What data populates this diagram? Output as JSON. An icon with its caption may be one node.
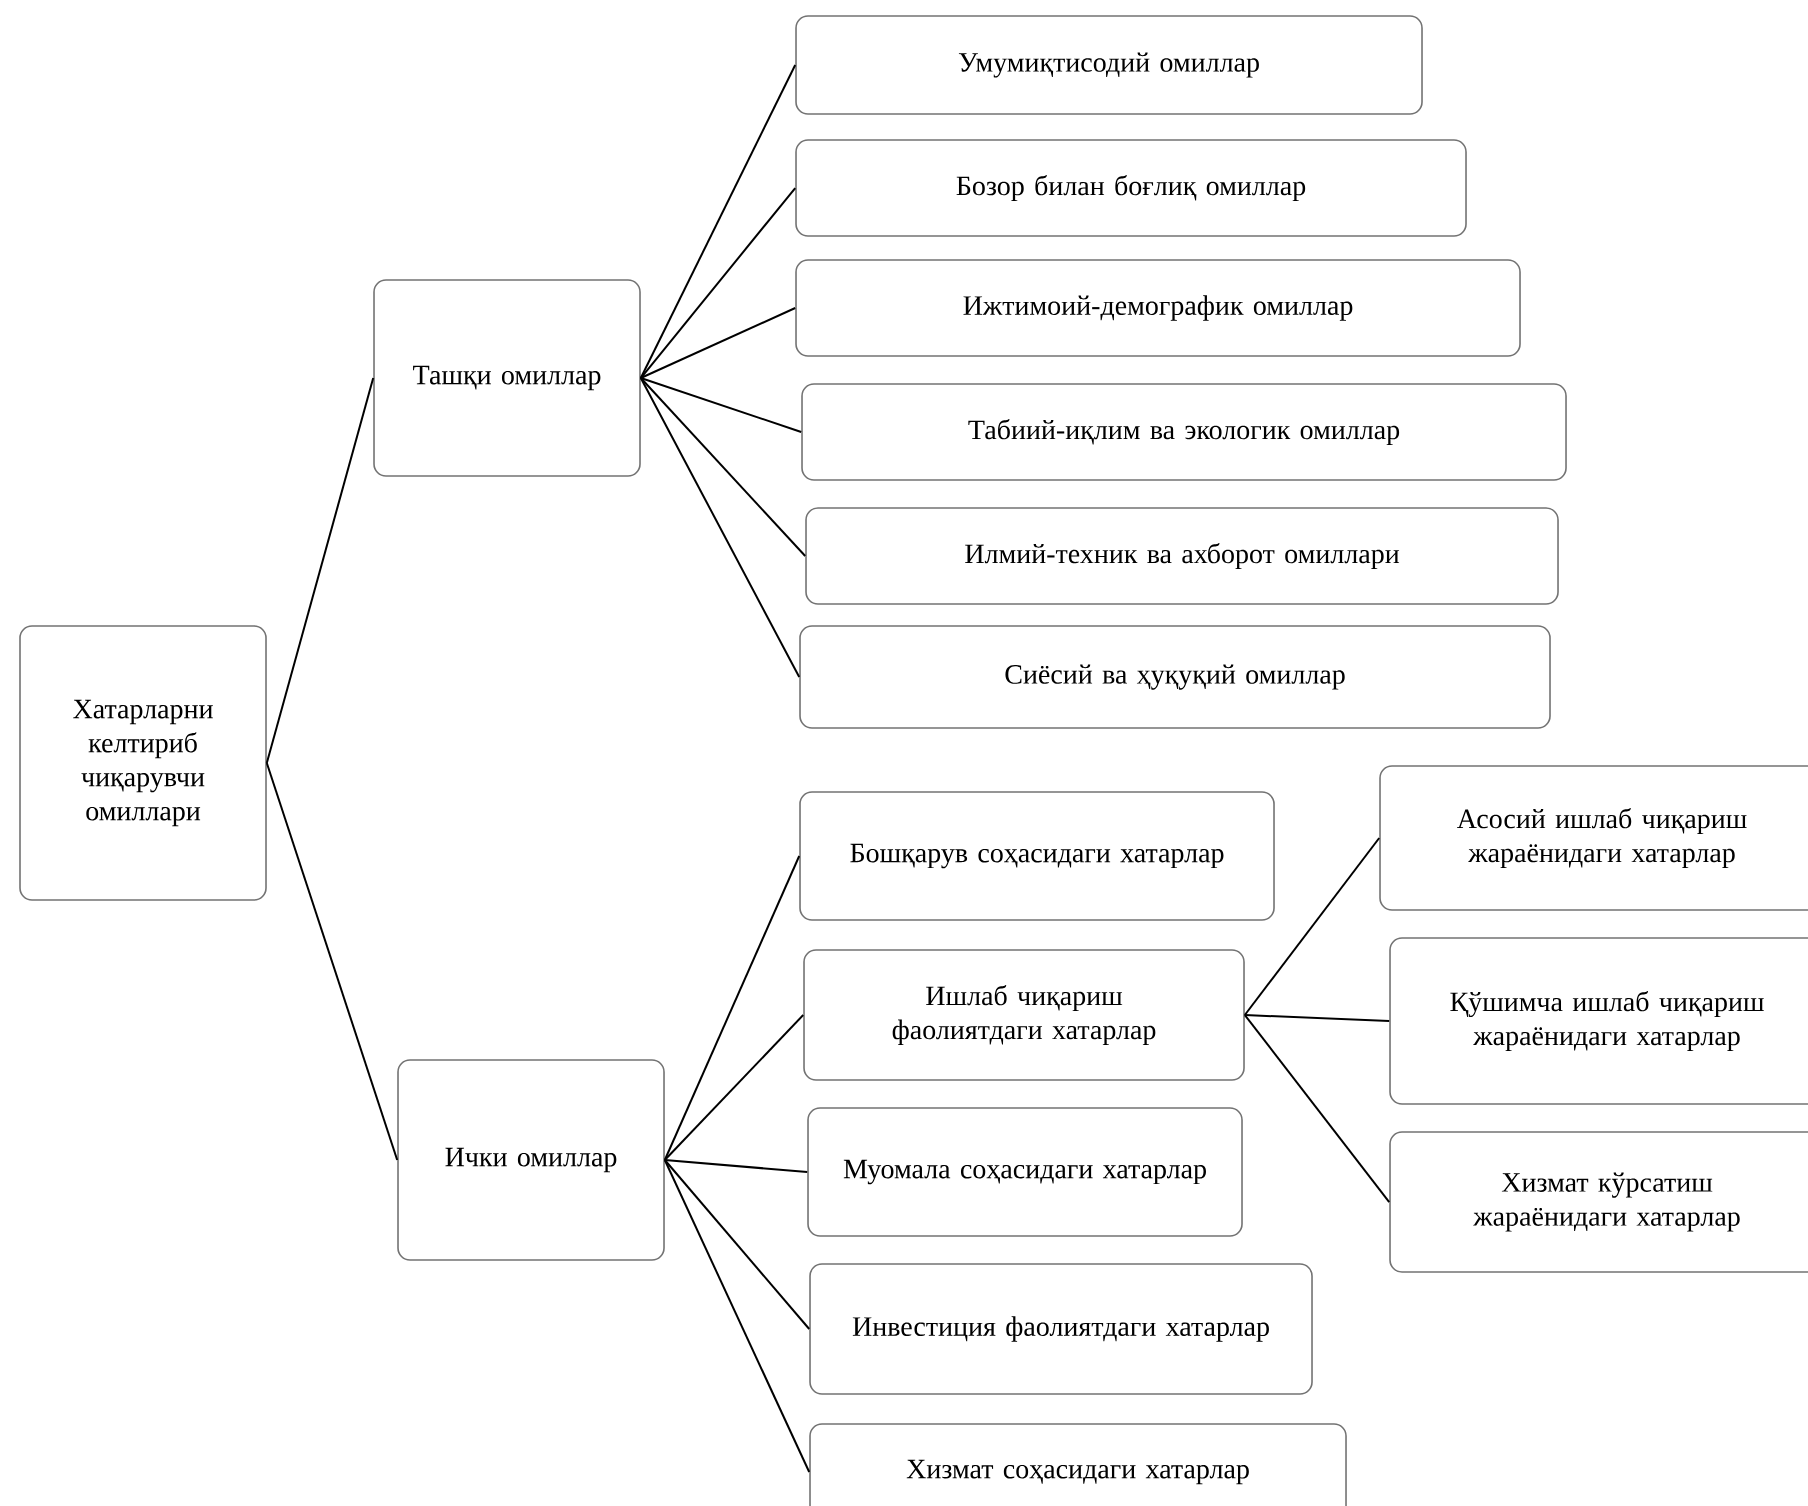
{
  "diagram": {
    "nodes": [
      {
        "text": [
          "Хатарларни келтириб чиқарувчи омиллари"
        ]
      },
      {
        "text": [
          "Ташқи омиллар"
        ]
      },
      {
        "text": [
          "Умумиқтисодий омиллар"
        ]
      },
      {
        "text": [
          "Бозор билан боғлиқ омиллар"
        ]
      },
      {
        "text": [
          "Ижтимоий-демографик омиллар"
        ]
      },
      {
        "text": [
          "Табиий-иқлим ва экологик омиллар"
        ]
      },
      {
        "text": [
          "Илмий-техник ва ахборот омиллари"
        ]
      },
      {
        "text": [
          "Сиёсий ва ҳуқуқий омиллар"
        ]
      },
      {
        "text": [
          "Ички омиллар"
        ]
      },
      {
        "text": [
          "Бошқарув соҳасидаги хатарлар"
        ]
      },
      {
        "text": [
          "Ишлаб чиқариш фаолиятдаги хатарлар"
        ]
      },
      {
        "text": [
          "Муомала соҳасидаги хатарлар"
        ]
      },
      {
        "text": [
          "Инвестиция фаолиятдаги хатарлар"
        ]
      },
      {
        "text": [
          "Хизмат соҳасидаги хатарлар"
        ]
      },
      {
        "text": [
          "Асосий ишлаб чиқариш жараёнидаги хатарлар"
        ]
      },
      {
        "text": [
          "Қўшимча ишлаб чиқариш жараёнидаги хатарлар"
        ]
      },
      {
        "text": [
          "Хизмат кўрсатиш жараёнидаги хатарлар"
        ]
      }
    ],
    "edges": [
      {
        "from": 0,
        "to": 1,
        "arrow": "none"
      },
      {
        "from": 0,
        "to": 8,
        "arrow": "none"
      },
      {
        "from": 1,
        "to": 2,
        "arrow": "none"
      },
      {
        "from": 1,
        "to": 3,
        "arrow": "none"
      },
      {
        "from": 1,
        "to": 4,
        "arrow": "none"
      },
      {
        "from": 1,
        "to": 5,
        "arrow": "none"
      },
      {
        "from": 1,
        "to": 6,
        "arrow": "none"
      },
      {
        "from": 1,
        "to": 7,
        "arrow": "none"
      },
      {
        "from": 8,
        "to": 9,
        "arrow": "none"
      },
      {
        "from": 8,
        "to": 10,
        "arrow": "none"
      },
      {
        "from": 8,
        "to": 11,
        "arrow": "none"
      },
      {
        "from": 8,
        "to": 12,
        "arrow": "none"
      },
      {
        "from": 8,
        "to": 13,
        "arrow": "none"
      },
      {
        "from": 10,
        "to": 14,
        "arrow": "none"
      },
      {
        "from": 10,
        "to": 15,
        "arrow": "none"
      },
      {
        "from": 10,
        "to": 16,
        "arrow": "none"
      }
    ]
  }
}
